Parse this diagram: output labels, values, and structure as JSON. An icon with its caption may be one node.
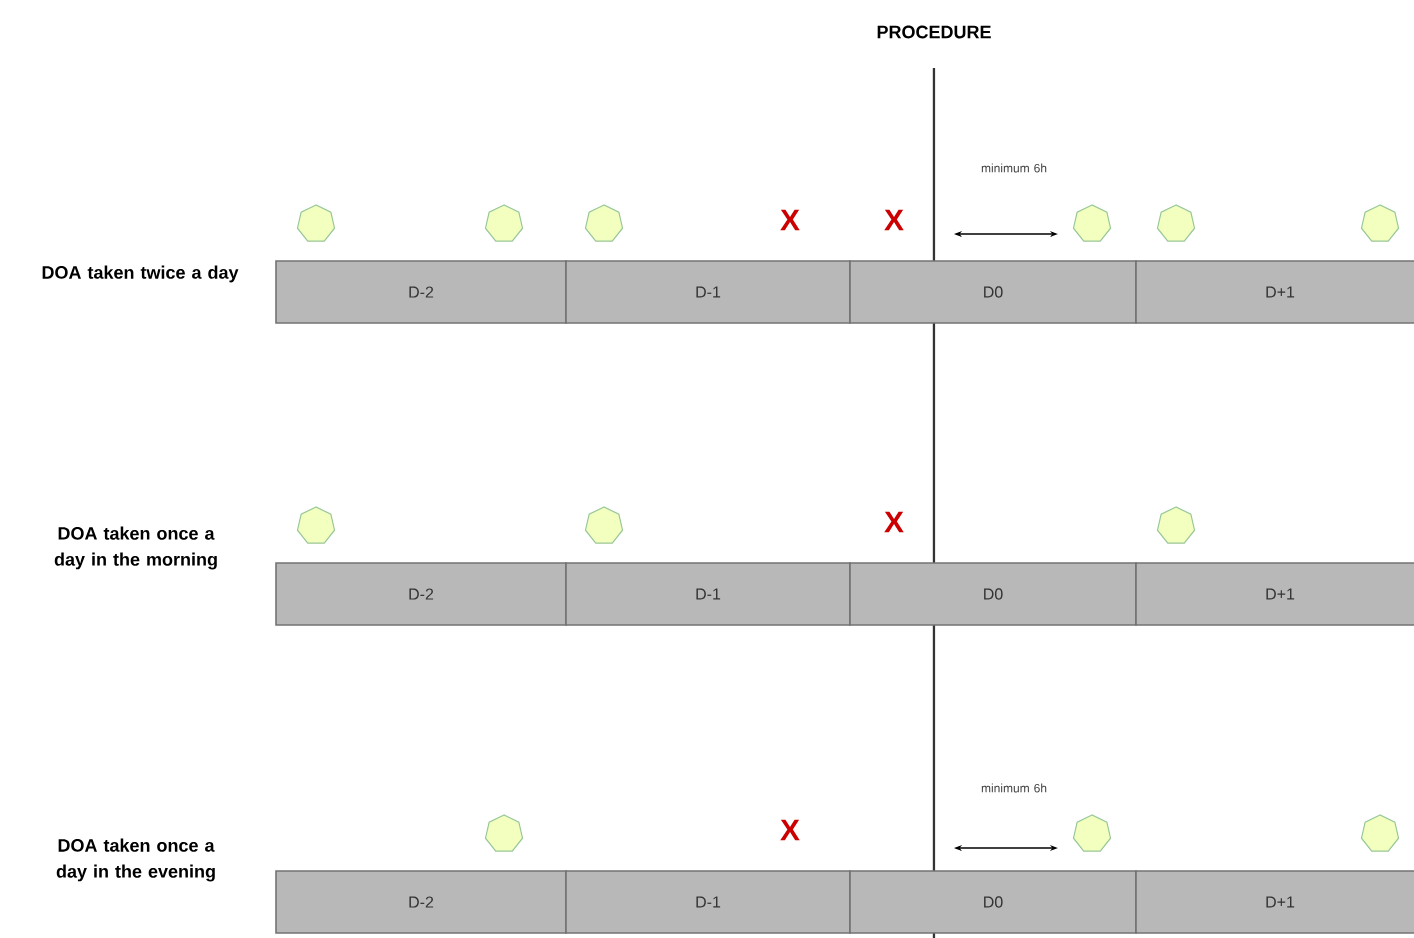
{
  "diagram": {
    "title": "PROCEDURE",
    "nodes": [
      {
        "text": [],
        "shape": "heptagon"
      },
      {
        "text": [],
        "shape": "heptagon"
      },
      {
        "text": [],
        "shape": "heptagon"
      },
      {
        "text": [],
        "shape": "heptagon"
      },
      {
        "text": [],
        "shape": "heptagon"
      },
      {
        "text": [],
        "shape": "heptagon"
      },
      {
        "text": [
          "D-2"
        ]
      },
      {
        "text": [
          "D-1"
        ]
      },
      {
        "text": [
          "D0"
        ]
      },
      {
        "text": [
          "D+1"
        ]
      },
      {
        "text": [],
        "shape": "heptagon"
      },
      {
        "text": [],
        "shape": "heptagon"
      },
      {
        "text": [],
        "shape": "heptagon"
      },
      {
        "text": [
          "D-2"
        ]
      },
      {
        "text": [
          "D-1"
        ]
      },
      {
        "text": [
          "D0"
        ]
      },
      {
        "text": [
          "D+1"
        ]
      },
      {
        "text": [],
        "shape": "heptagon"
      },
      {
        "text": [],
        "shape": "heptagon"
      },
      {
        "text": [],
        "shape": "heptagon"
      },
      {
        "text": [
          "D-2"
        ]
      },
      {
        "text": [
          "D-1"
        ]
      },
      {
        "text": [
          "D0"
        ]
      },
      {
        "text": [
          "D+1"
        ]
      }
    ],
    "labels": [
      "DOA taken twice a day",
      "X",
      "X",
      "minimum 6h",
      "DOA taken once a day in the morning",
      "X",
      "DOA taken once a day in the evening",
      "X",
      "minimum 6h"
    ]
  }
}
